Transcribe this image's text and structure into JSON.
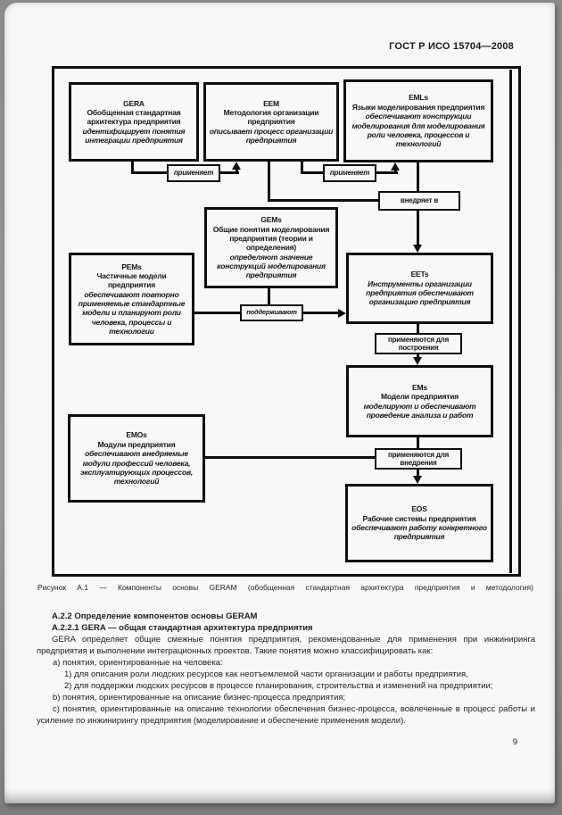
{
  "header": {
    "doc_number": "ГОСТ Р ИСО 15704—2008"
  },
  "figure": {
    "caption": "Рисунок А.1 — Компоненты основы GERAM (обобщенная стандартная архитектура предприятия и методология)",
    "boxes": {
      "gera": {
        "code": "GERA",
        "name": "Обобщенная стандартная архитектура предприятия",
        "desc": "идентифицирует понятия интеграции предприятия"
      },
      "eem": {
        "code": "EEM",
        "name": "Методология организации предприятия",
        "desc": "описывает процесс организации предприятия"
      },
      "emls": {
        "code": "EMLs",
        "name": "Языки моделирования предприятия",
        "desc": "обеспечивают конструкции моделирования для моделирования роли человека, процессов и технологий"
      },
      "gems": {
        "code": "GEMs",
        "name": "Общие понятия моделирования предприятия (теории и определения)",
        "desc": "определяют значение конструкций моделирования предприятия"
      },
      "pems": {
        "code": "PEMs",
        "name": "Частичные модели предприятия",
        "desc": "обеспечивают повторно применяемые стандартные модели и планируют роли человека, процессы и технологии"
      },
      "eets": {
        "code": "EETs",
        "name": "",
        "desc": "Инструменты организации предприятия обеспечивают организацию предприятия"
      },
      "ems": {
        "code": "EMs",
        "name": "Модели предприятия",
        "desc": "моделируют и обеспечивают проведение анализа и работ"
      },
      "emos": {
        "code": "EMOs",
        "name": "Модули предприятия",
        "desc": "обеспечивают внедряемые модули профессий человека, эксплуатирующих процессов, технологий"
      },
      "eos": {
        "code": "EOS",
        "name": "Рабочие системы предприятия",
        "desc": "обеспечивают работу конкретного предприятия"
      }
    },
    "connectors": {
      "applies1": "применяет",
      "applies2": "применяет",
      "implements_in": "внедряет в",
      "support": "поддерживают",
      "used_to_build": "применяются для построения",
      "used_to_implement": "применяются для внедрения"
    }
  },
  "body": {
    "heading1": "А.2.2 Определение компонентов основы GERAM",
    "heading2": "А.2.2.1 GERA — общая стандартная архитектура предприятия",
    "paragraph": "GERA определяет общие смежные понятия предприятия, рекомендованные для применения при инжиниринга предприятия и выполнении интеграционных проектов. Такие понятия можно классифицировать как:",
    "item_a": "а) понятия, ориентированные на человека:",
    "item_a1": "1) для описания роли людских ресурсов как неотъемлемой части организации и работы предприятия,",
    "item_a2": "2) для поддержки людских ресурсов в процессе планирования, строительства и изменений на предприятии;",
    "item_b": "b) понятия, ориентированные на описание бизнес-процесса предприятия;",
    "item_c": "c) понятия, ориентированные на описание технологии обеспечения бизнес-процесса, вовлеченные в процесс работы и усиление по инжинирингу предприятия (моделирование и обеспечение применения модели)."
  },
  "page_number": "9"
}
